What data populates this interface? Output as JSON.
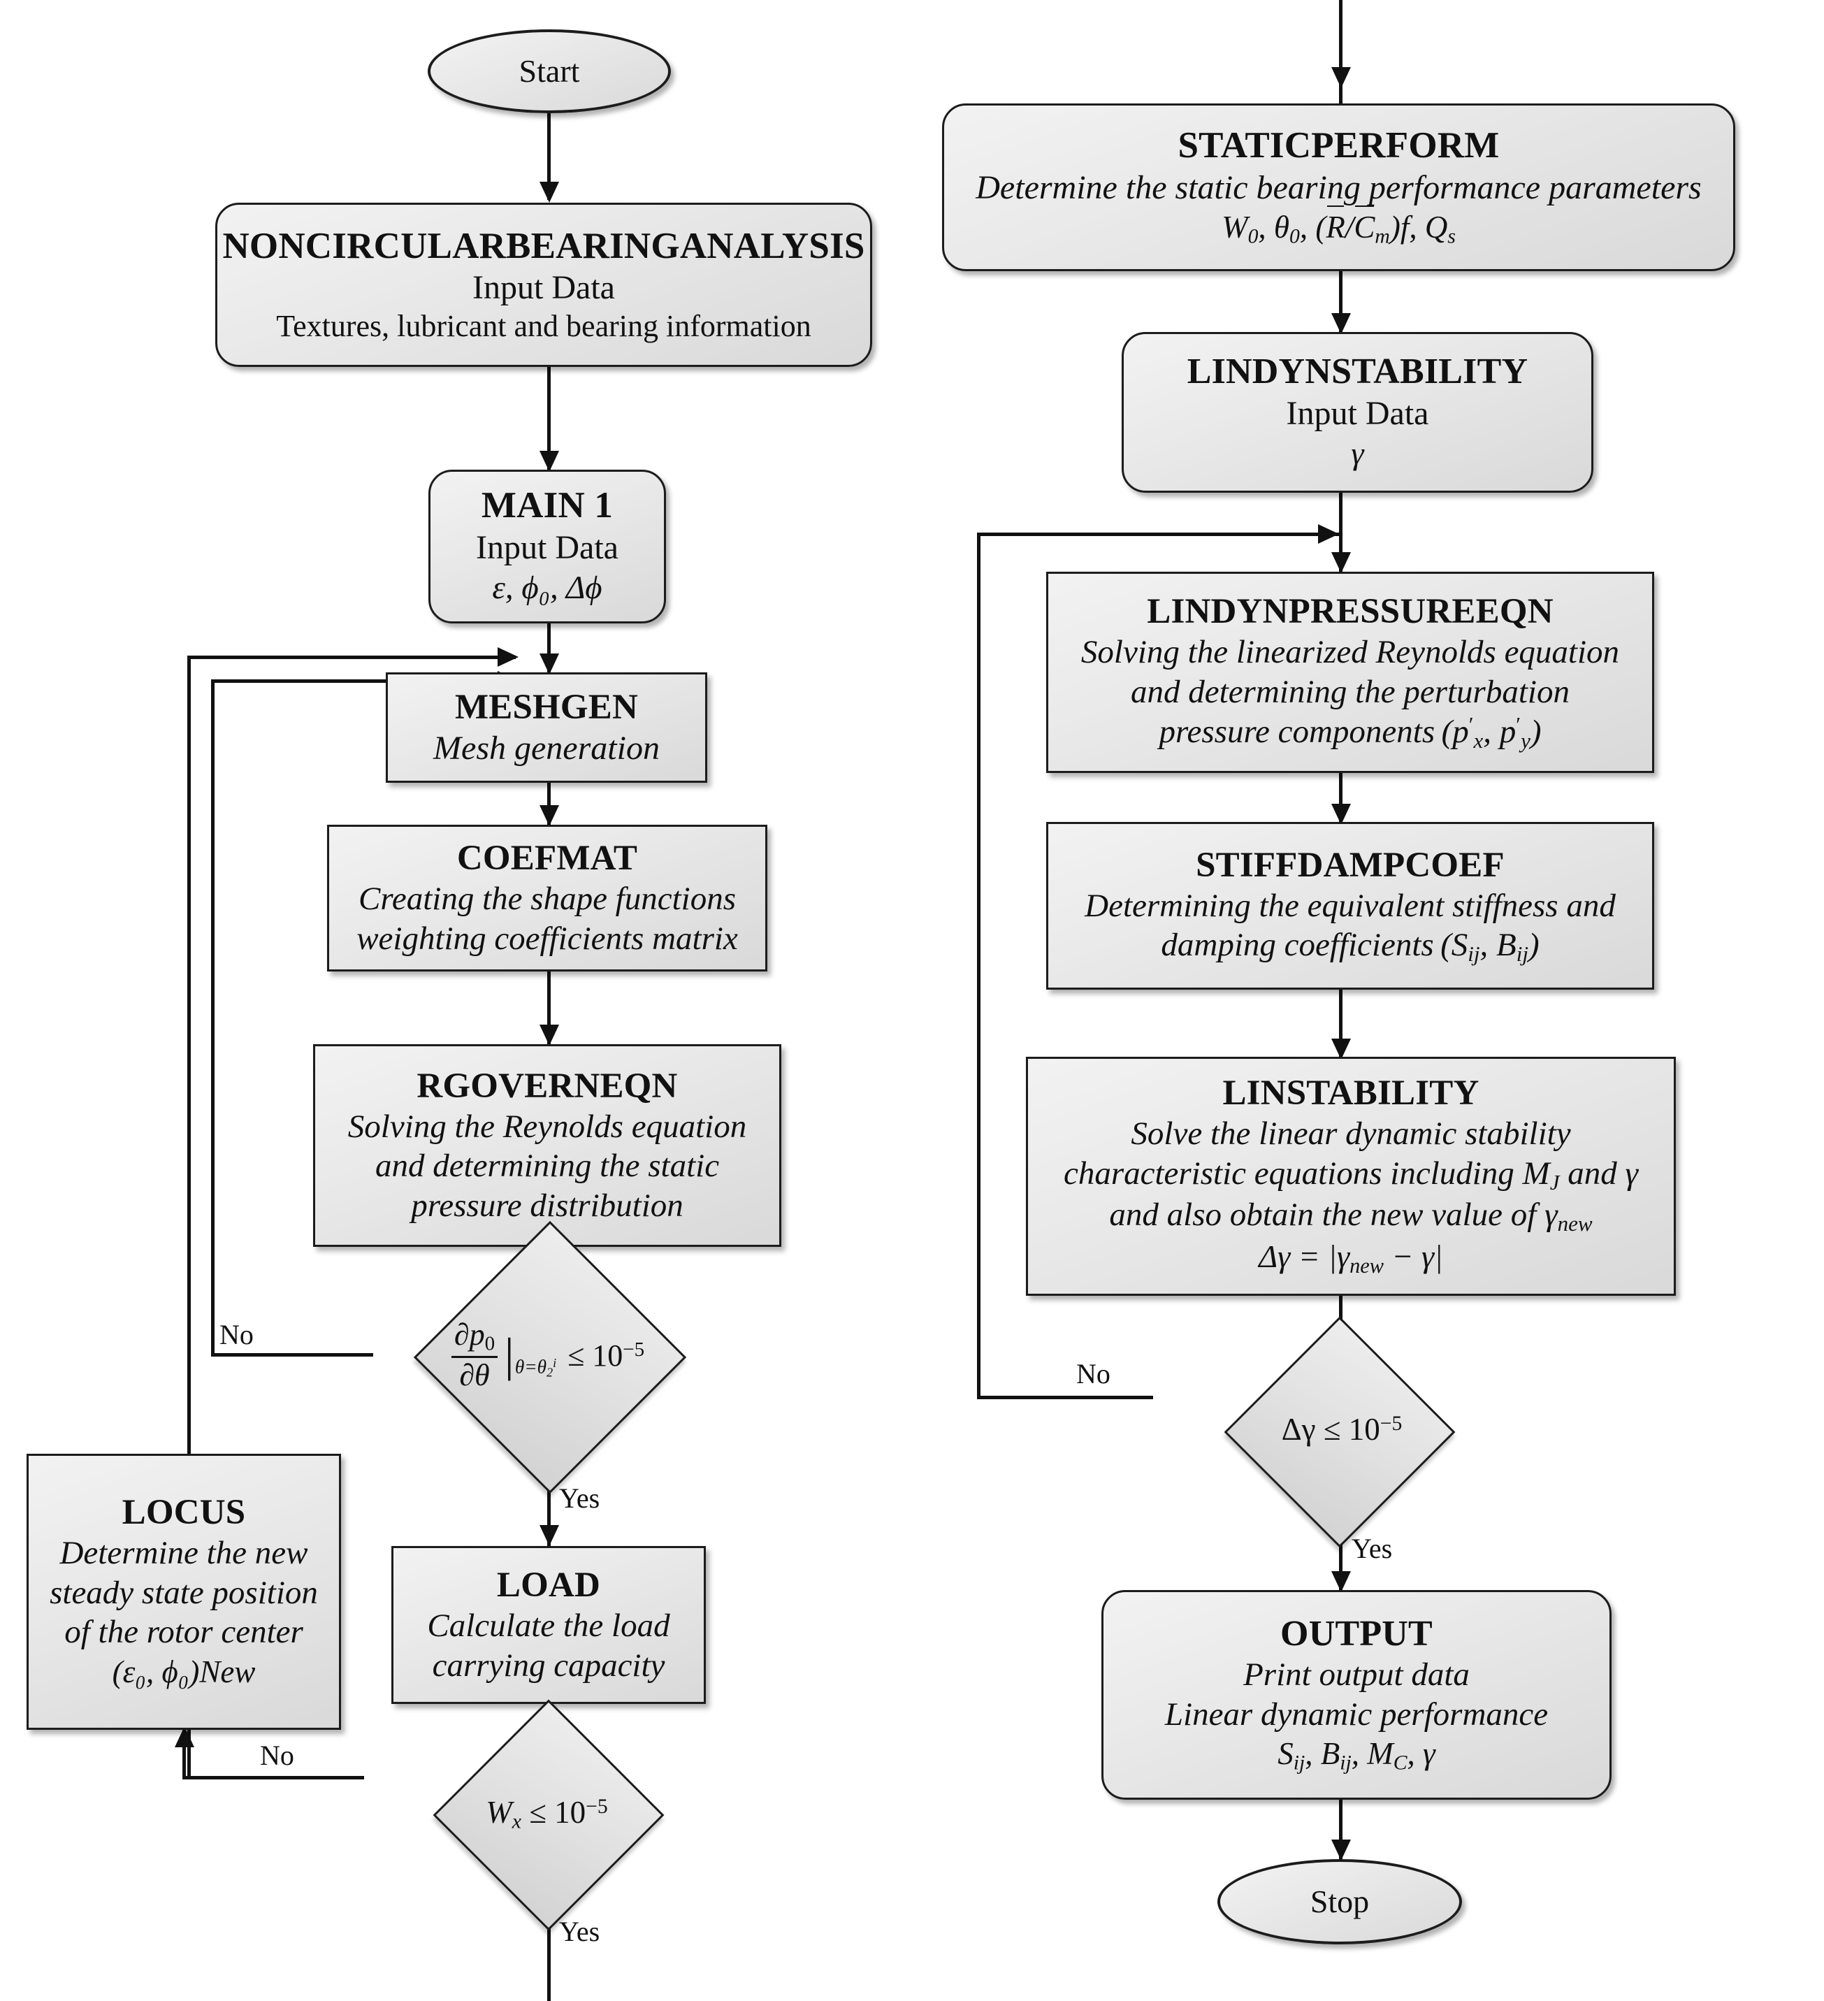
{
  "diagram": {
    "type": "flowchart",
    "title": "Noncircular bearing analysis and linear dynamic stability flowchart",
    "colors": {
      "node_fill_light": "#f2f2f2",
      "node_fill_dark": "#d9d9d9",
      "stroke": "#1c1c1c",
      "text": "#111111",
      "background": "#ffffff"
    },
    "edge_labels": {
      "yes": "Yes",
      "no": "No"
    }
  },
  "left_column": {
    "start": {
      "label": "Start",
      "shape": "terminator"
    },
    "noncircular": {
      "title": "NONCIRCULARBEARINGANALYSIS",
      "line2": "Input Data",
      "line3": "Textures, lubricant and bearing information",
      "shape": "rounded-process"
    },
    "main1": {
      "title": "MAIN 1",
      "line2": "Input Data",
      "math": "ε, ϕ₀, Δϕ",
      "shape": "rounded-process"
    },
    "meshgen": {
      "title": "MESHGEN",
      "line2": "Mesh generation",
      "shape": "process"
    },
    "coefmat": {
      "title": "COEFMAT",
      "line2": "Creating the shape functions",
      "line3": "weighting coefficients matrix",
      "shape": "process"
    },
    "rgoverneqn": {
      "title": "RGOVERNEQN",
      "line2": "Solving the Reynolds equation",
      "line3": "and determining the static",
      "line4": "pressure distribution",
      "shape": "process"
    },
    "decision_pressure": {
      "condition": "∂p₀/∂θ |_(θ=θ₂ⁱ) ≤ 10⁻⁵",
      "numerator": "∂p₀",
      "denominator": "∂θ",
      "eval_at": "θ=θ₂ⁱ",
      "rhs": "≤ 10⁻⁵",
      "yes_label": "Yes",
      "no_label": "No",
      "shape": "decision"
    },
    "locus": {
      "title": "LOCUS",
      "line2": "Determine the new",
      "line3": "steady state position",
      "line4": "of the rotor center",
      "math": "(ε₀, ϕ₀)New",
      "shape": "process"
    },
    "load": {
      "title": "LOAD",
      "line2": "Calculate the load",
      "line3": "carrying capacity",
      "shape": "process"
    },
    "decision_load": {
      "condition": "Wₓ ≤ 10⁻⁵",
      "yes_label": "Yes",
      "no_label": "No",
      "shape": "decision"
    }
  },
  "right_column": {
    "staticperform": {
      "title": "STATICPERFORM",
      "line2": "Determine the static bearing performance parameters",
      "math": "W₀, θ₀, (R̄/C̄ₘ)f, Qₛ",
      "shape": "rounded-process"
    },
    "lindynstability": {
      "title": "LINDYNSTABILITY",
      "line2": "Input Data",
      "math": "γ",
      "shape": "rounded-process"
    },
    "lindynpressureeqn": {
      "title": "LINDYNPRESSUREEQN",
      "line2": "Solving the linearized Reynolds equation",
      "line3": "and determining the perturbation",
      "line4": "pressure components (p′ₓ, p′ᵧ)",
      "shape": "process"
    },
    "stiffdampcoef": {
      "title": "STIFFDAMPCOEF",
      "line2": "Determining the equivalent stiffness and",
      "line3": "damping coefficients (Sᵢⱼ, Bᵢⱼ)",
      "shape": "process"
    },
    "linstability": {
      "title": "LINSTABILITY",
      "line2": "Solve the linear dynamic stability",
      "line3": "characteristic equations including Mⱼ and γ",
      "line4": "and also obtain the new value of γnew",
      "math": "Δγ = |γnew − γ|",
      "shape": "process"
    },
    "decision_gamma": {
      "condition": "Δγ ≤ 10⁻⁵",
      "yes_label": "Yes",
      "no_label": "No",
      "shape": "decision"
    },
    "output": {
      "title": "OUTPUT",
      "line2": "Print output data",
      "line3": "Linear dynamic performance",
      "math": "Sᵢⱼ, Bᵢⱼ, M_C, γ",
      "shape": "rounded-process"
    },
    "stop": {
      "label": "Stop",
      "shape": "terminator"
    }
  }
}
